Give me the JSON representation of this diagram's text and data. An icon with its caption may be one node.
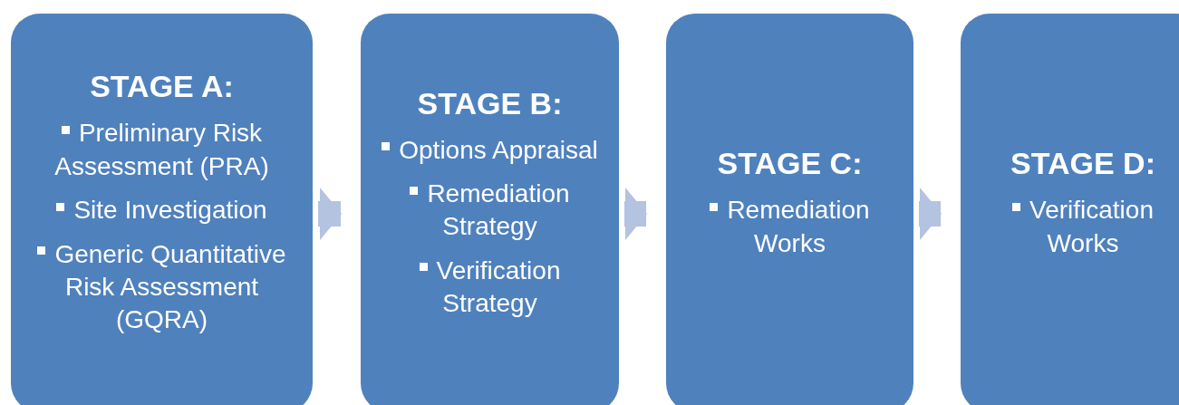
{
  "diagram": {
    "nodes": [
      {
        "text": [
          "STAGE A:",
          "Preliminary Risk Assessment (PRA)",
          "Site Investigation",
          "Generic Quantitative Risk Assessment (GQRA)"
        ]
      },
      {
        "text": [
          "STAGE B:",
          "Options Appraisal",
          "Remediation Strategy",
          "Verification Strategy"
        ]
      },
      {
        "text": [
          "STAGE C:",
          "Remediation Works"
        ]
      },
      {
        "text": [
          "STAGE D:",
          "Verification Works"
        ]
      }
    ],
    "edges": [
      {
        "from": 0,
        "to": 1,
        "arrow": "to"
      },
      {
        "from": 1,
        "to": 2,
        "arrow": "to"
      },
      {
        "from": 2,
        "to": 3,
        "arrow": "to"
      }
    ]
  }
}
